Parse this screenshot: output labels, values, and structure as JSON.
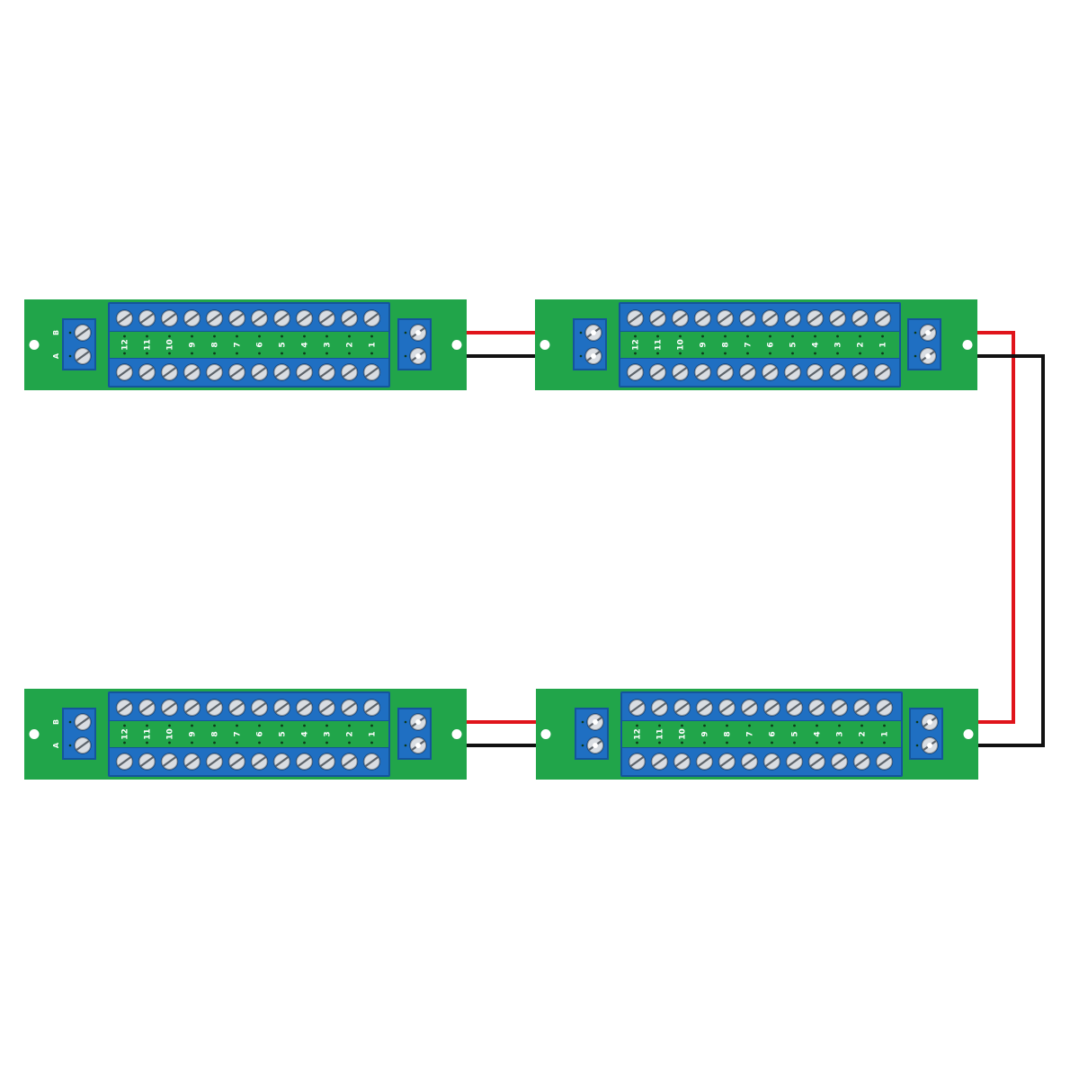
{
  "palette": {
    "background": "#ffffff",
    "pcb": "#21a54a",
    "terminal_block": "#1f6fc2",
    "terminal_block_dark": "#14559b",
    "screw": "#d9dde2",
    "positive_wire": "#e0141b",
    "negative_wire": "#111111"
  },
  "boards": [
    {
      "id": "top-left",
      "channels": [
        "12",
        "11",
        "10",
        "9",
        "8",
        "7",
        "6",
        "5",
        "4",
        "3",
        "2",
        "1"
      ],
      "input_labels": [
        "B",
        "A"
      ],
      "has_input_silk": true
    },
    {
      "id": "top-right",
      "channels": [
        "12",
        "11",
        "10",
        "9",
        "8",
        "7",
        "6",
        "5",
        "4",
        "3",
        "2",
        "1"
      ],
      "input_labels": [],
      "has_input_silk": false
    },
    {
      "id": "bottom-left",
      "channels": [
        "12",
        "11",
        "10",
        "9",
        "8",
        "7",
        "6",
        "5",
        "4",
        "3",
        "2",
        "1"
      ],
      "input_labels": [
        "B",
        "A"
      ],
      "has_input_silk": true
    },
    {
      "id": "bottom-right",
      "channels": [
        "12",
        "11",
        "10",
        "9",
        "8",
        "7",
        "6",
        "5",
        "4",
        "3",
        "2",
        "1"
      ],
      "input_labels": [],
      "has_input_silk": false
    }
  ],
  "connections": [
    {
      "from": "top-left",
      "to": "top-right",
      "polarity": "positive"
    },
    {
      "from": "top-left",
      "to": "top-right",
      "polarity": "negative"
    },
    {
      "from": "top-right",
      "to": "bottom-right",
      "polarity": "positive"
    },
    {
      "from": "top-right",
      "to": "bottom-right",
      "polarity": "negative"
    },
    {
      "from": "bottom-right",
      "to": "bottom-left",
      "polarity": "positive"
    },
    {
      "from": "bottom-right",
      "to": "bottom-left",
      "polarity": "negative"
    }
  ]
}
